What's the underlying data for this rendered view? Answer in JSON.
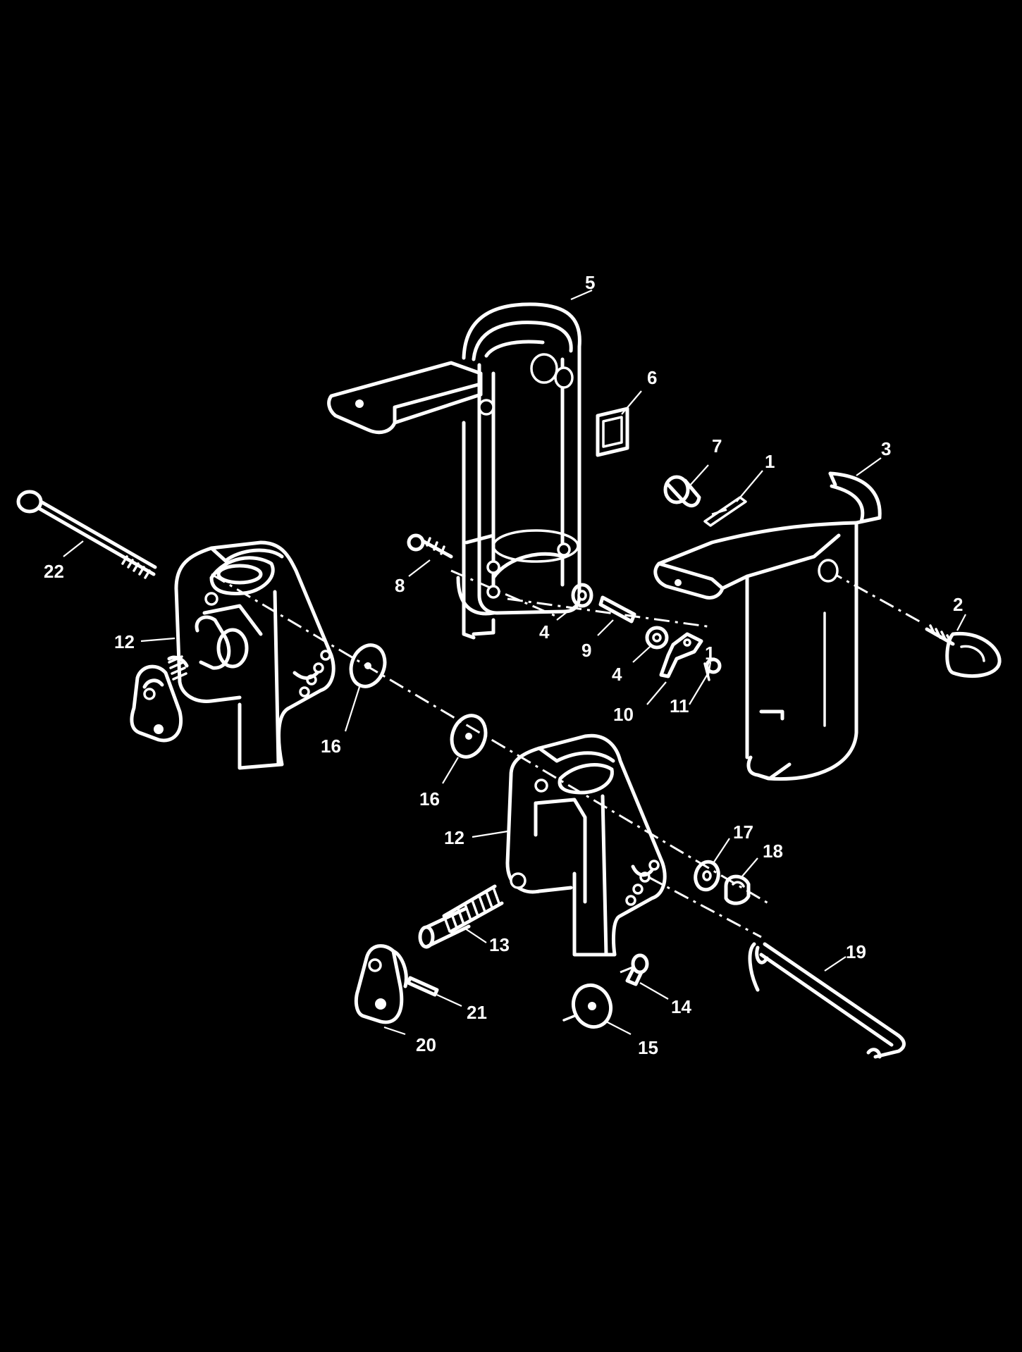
{
  "callouts": [
    {
      "id": "c5",
      "label": "5"
    },
    {
      "id": "c6",
      "label": "6"
    },
    {
      "id": "c7",
      "label": "7"
    },
    {
      "id": "c1a",
      "label": "1"
    },
    {
      "id": "c3",
      "label": "3"
    },
    {
      "id": "c22",
      "label": "22"
    },
    {
      "id": "c8",
      "label": "8"
    },
    {
      "id": "c2",
      "label": "2"
    },
    {
      "id": "c12a",
      "label": "12"
    },
    {
      "id": "c4a",
      "label": "4"
    },
    {
      "id": "c9",
      "label": "9"
    },
    {
      "id": "c4b",
      "label": "4"
    },
    {
      "id": "c1b",
      "label": "1"
    },
    {
      "id": "c10",
      "label": "10"
    },
    {
      "id": "c11",
      "label": "11"
    },
    {
      "id": "c16a",
      "label": "16"
    },
    {
      "id": "c16b",
      "label": "16"
    },
    {
      "id": "c12b",
      "label": "12"
    },
    {
      "id": "c17",
      "label": "17"
    },
    {
      "id": "c18",
      "label": "18"
    },
    {
      "id": "c13",
      "label": "13"
    },
    {
      "id": "c19",
      "label": "19"
    },
    {
      "id": "c14",
      "label": "14"
    },
    {
      "id": "c21",
      "label": "21"
    },
    {
      "id": "c15",
      "label": "15"
    },
    {
      "id": "c20",
      "label": "20"
    }
  ],
  "colors": {
    "background": "#000000",
    "line": "#ffffff"
  }
}
